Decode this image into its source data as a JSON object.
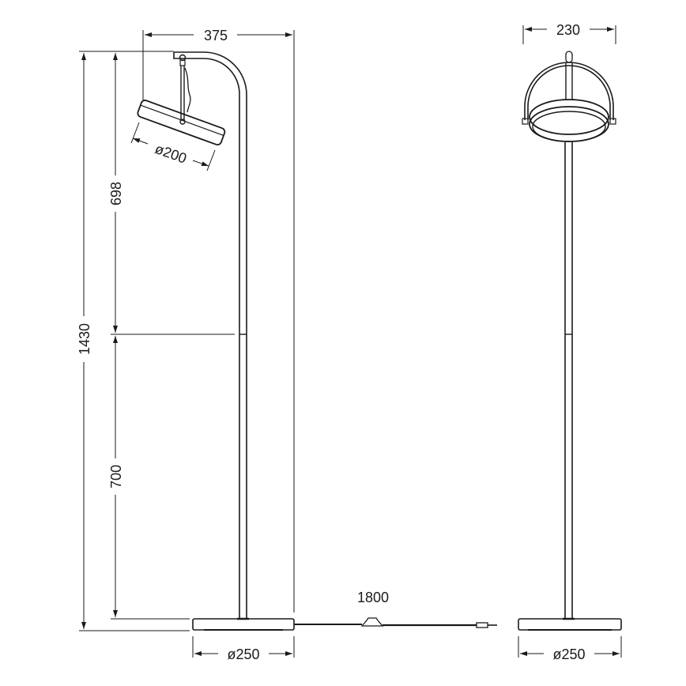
{
  "drawing": {
    "title": "Floor lamp dimension drawing",
    "units": "mm",
    "colors": {
      "line": "#1a1a1a",
      "background": "#ffffff"
    }
  },
  "side_view": {
    "width_label": "375",
    "shade_diameter_label": "ø200",
    "upper_height_label": "698",
    "total_height_label": "1430",
    "lower_height_label": "700",
    "base_diameter_label": "ø250",
    "cable_length_label": "1800"
  },
  "front_view": {
    "width_label": "230",
    "base_diameter_label": "ø250"
  }
}
